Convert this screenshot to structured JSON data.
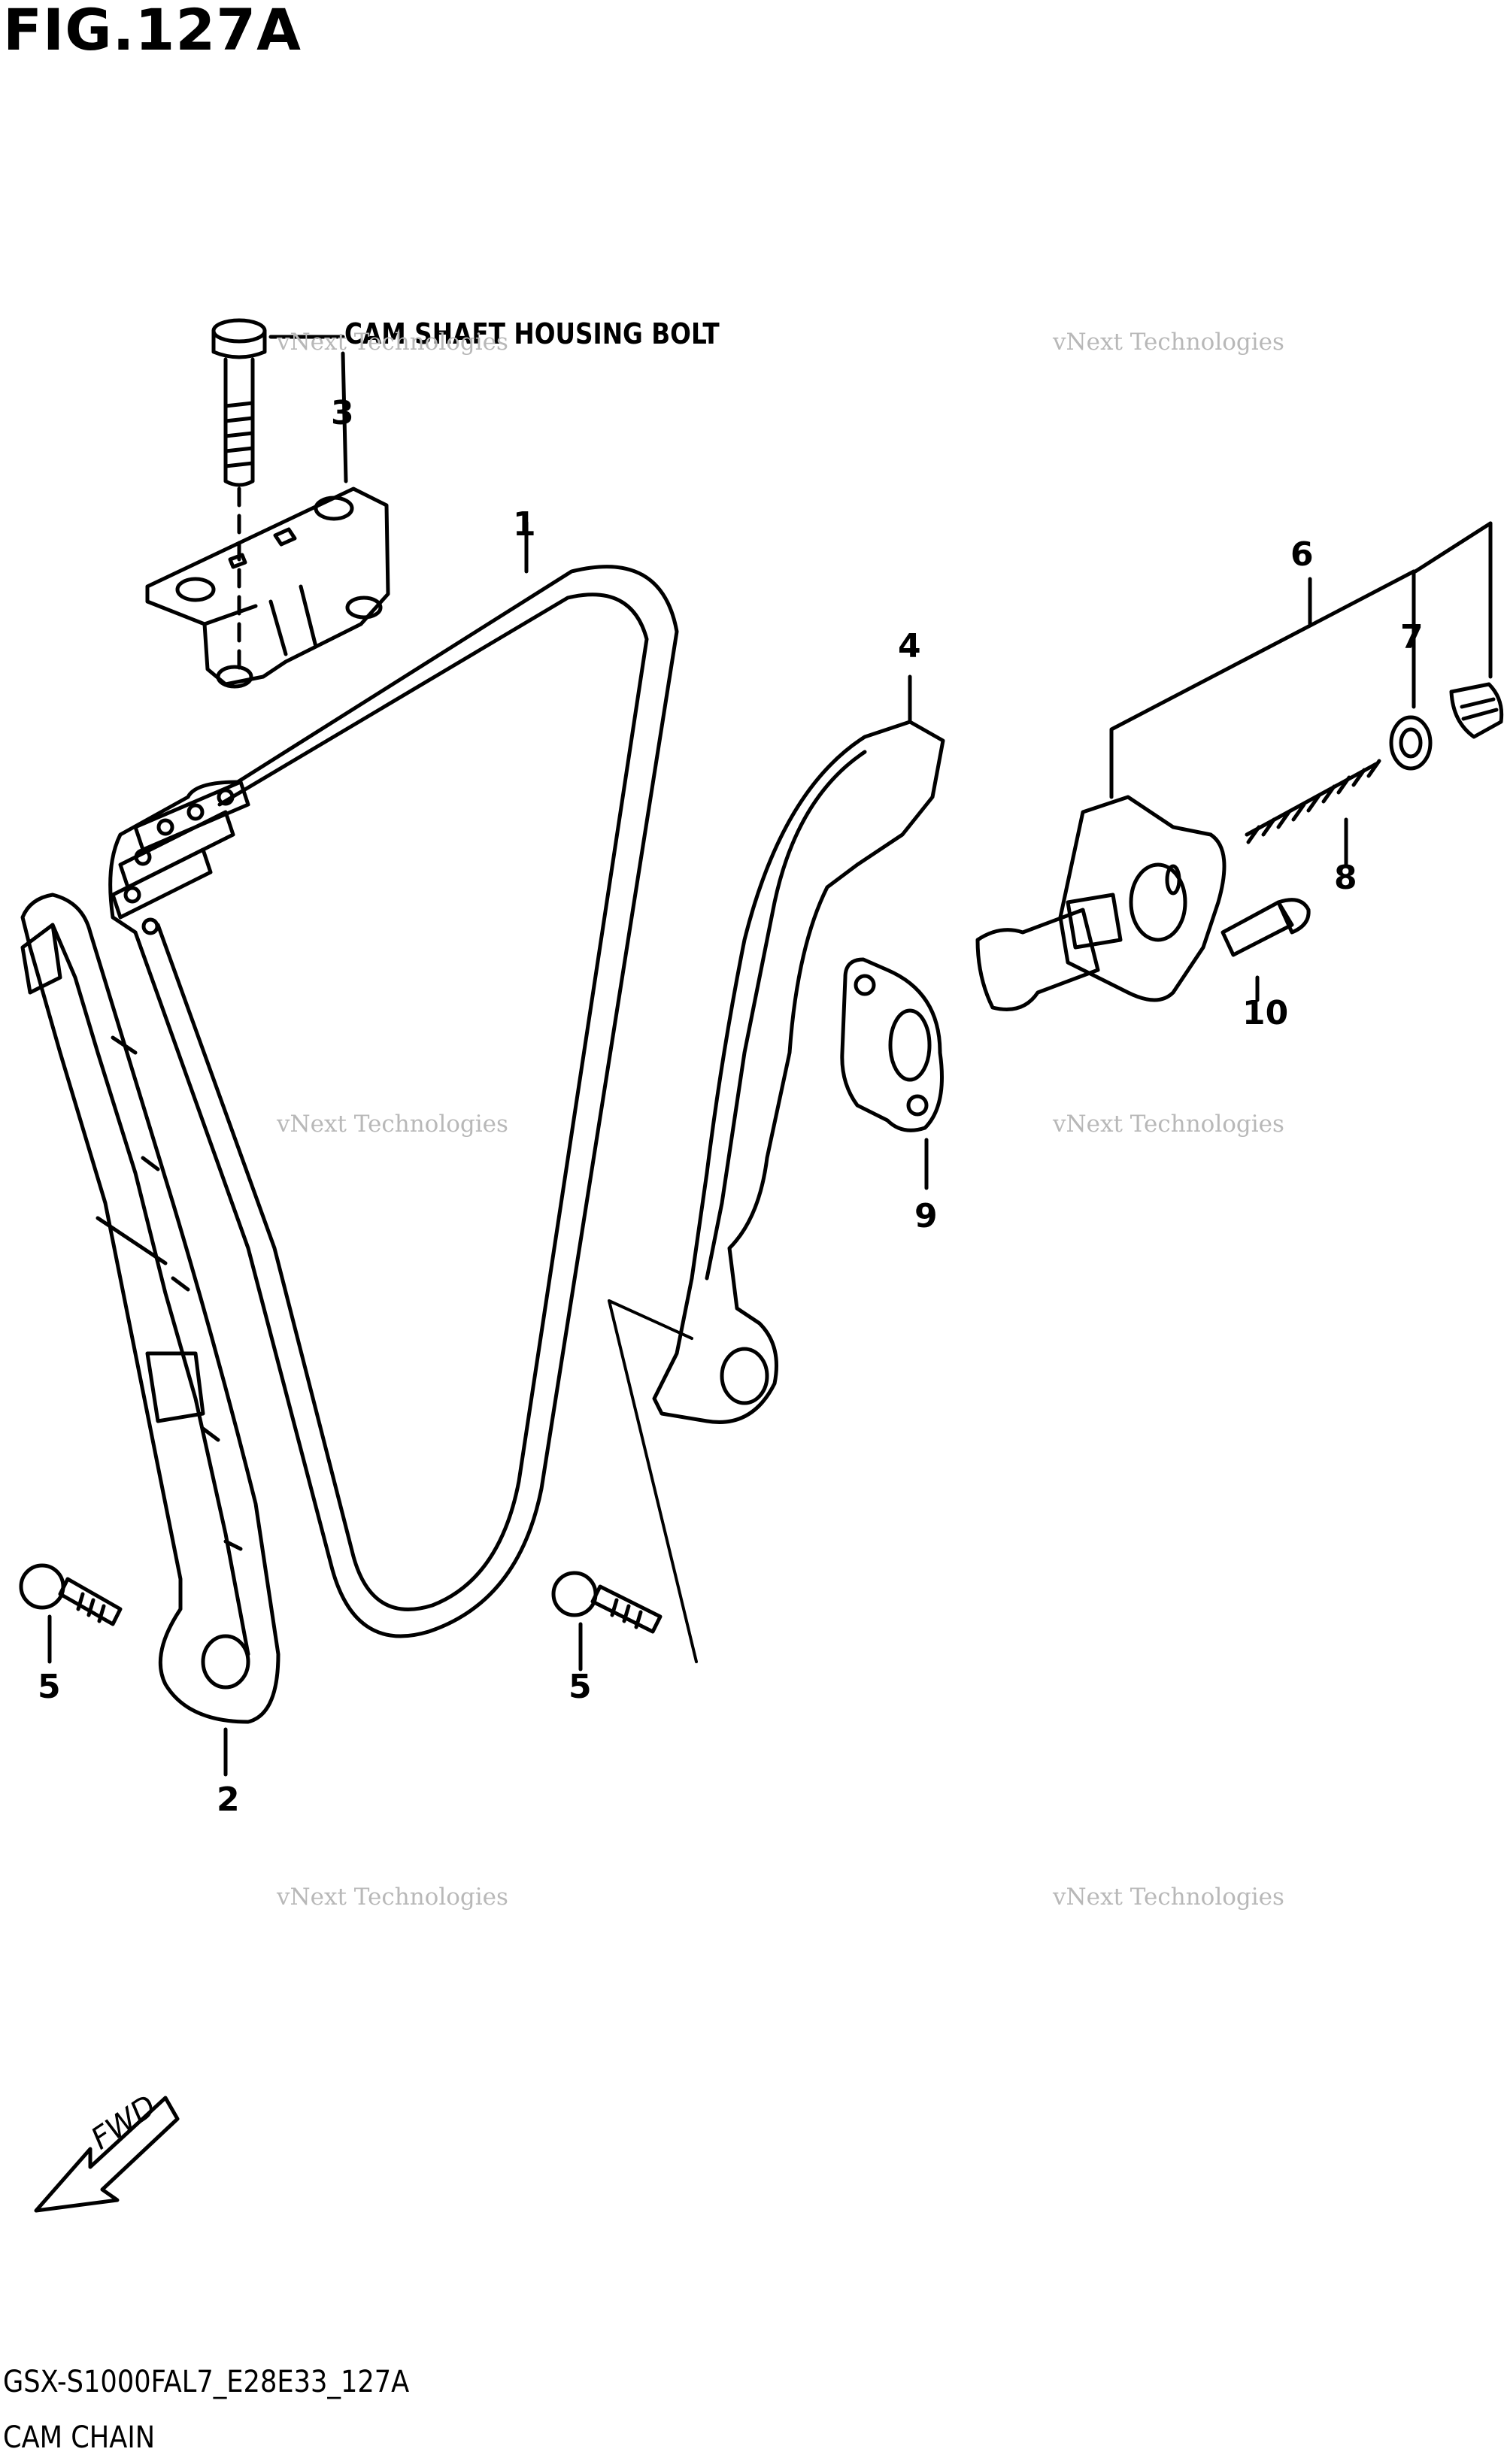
{
  "figure_title": "FIG.127A",
  "note_text": "CAM SHAFT HOUSING BOLT",
  "callouts": [
    "1",
    "2",
    "3",
    "4",
    "5",
    "5",
    "6",
    "7",
    "8",
    "9",
    "10"
  ],
  "fwd_label": "FWD",
  "footer": {
    "model_code": "GSX-S1000FAL7_E28E33_127A",
    "section_name": "CAM CHAIN"
  },
  "watermark": {
    "line1": "vNext Technologies",
    "line2": "vNext Technologies"
  },
  "colors": {
    "line": "#000000",
    "background": "#ffffff",
    "watermark": "#b8b8b8"
  }
}
